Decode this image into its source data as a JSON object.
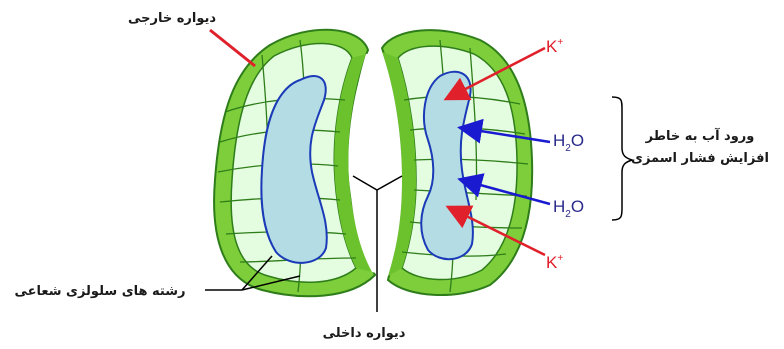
{
  "labels": {
    "outer_wall": "دیواره خارجی",
    "inner_wall": "دیواره داخلی",
    "cellulose_fibers": "رشته های سلولزی شعاعی",
    "water_entry_line1": "ورود آب به خاطر",
    "water_entry_line2": "افزایش فشار اسمزی"
  },
  "ions": {
    "k_top": "K",
    "k_top_sup": "+",
    "h2o_top_h": "H",
    "h2o_top_sub": "2",
    "h2o_top_o": "O",
    "h2o_bottom_h": "H",
    "h2o_bottom_sub": "2",
    "h2o_bottom_o": "O",
    "k_bottom": "K",
    "k_bottom_sup": "+"
  },
  "colors": {
    "cell_wall": "#7dce3a",
    "cell_interior": "#e4fce0",
    "inner_thick_wall": "#6cc22c",
    "vacuole": "#b4dce4",
    "vacuole_outline": "#1a3ab8",
    "k_arrow": "#e0202a",
    "water_arrow": "#1a1ad0",
    "leader_line": "#000000"
  }
}
